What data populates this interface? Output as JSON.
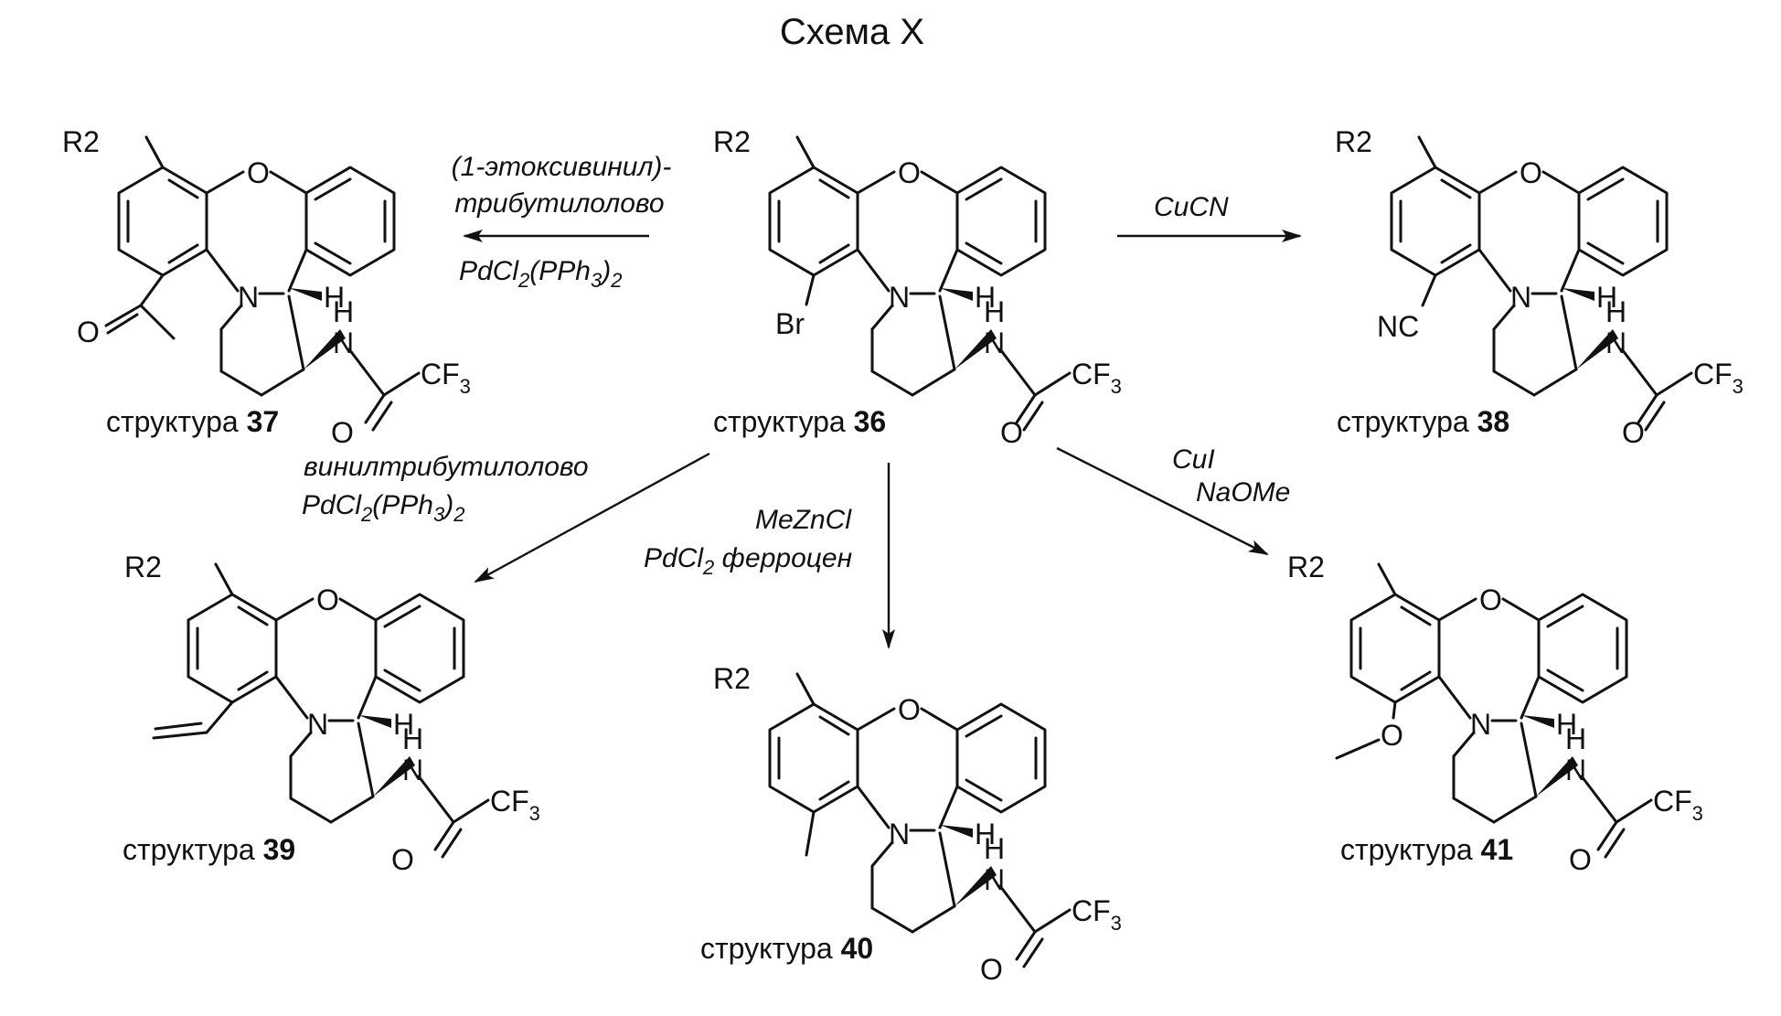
{
  "scheme": {
    "title": "Схема X",
    "structures": [
      {
        "id": "s37",
        "caption_prefix": "структура",
        "caption_number": "37",
        "substituent": "acetyl"
      },
      {
        "id": "s36",
        "caption_prefix": "структура",
        "caption_number": "36",
        "substituent": "Br"
      },
      {
        "id": "s38",
        "caption_prefix": "структура",
        "caption_number": "38",
        "substituent": "NC"
      },
      {
        "id": "s39",
        "caption_prefix": "структура",
        "caption_number": "39",
        "substituent": "vinyl"
      },
      {
        "id": "s40",
        "caption_prefix": "структура",
        "caption_number": "40",
        "substituent": "methyl"
      },
      {
        "id": "s41",
        "caption_prefix": "структура",
        "caption_number": "41",
        "substituent": "methoxy"
      }
    ],
    "atoms": {
      "r2": "R2",
      "o": "O",
      "n": "N",
      "h": "H",
      "cf": "CF",
      "cf_sub": "3",
      "br": "Br",
      "nc": "NC"
    },
    "reagents": {
      "to37_line1": "(1-этоксивинил)-",
      "to37_line2": "трибутилолово",
      "to37_line3_a": "PdCl",
      "to37_line3_s1": "2",
      "to37_line3_b": "(PPh",
      "to37_line3_s2": "3",
      "to37_line3_c": ")",
      "to37_line3_s3": "2",
      "to38": "CuCN",
      "to39_line1": "винилтрибутилолово",
      "to39_line2_a": "PdCl",
      "to39_line2_s1": "2",
      "to39_line2_b": "(PPh",
      "to39_line2_s2": "3",
      "to39_line2_c": ")",
      "to39_line2_s3": "2",
      "to40_line1": "MeZnCl",
      "to40_line2_a": "PdCl",
      "to40_line2_s1": "2",
      "to40_line2_b": " ферроцен",
      "to41_line1": "CuI",
      "to41_line2": "NaOMe"
    },
    "colors": {
      "ink": "#111111",
      "background": "#ffffff"
    }
  }
}
